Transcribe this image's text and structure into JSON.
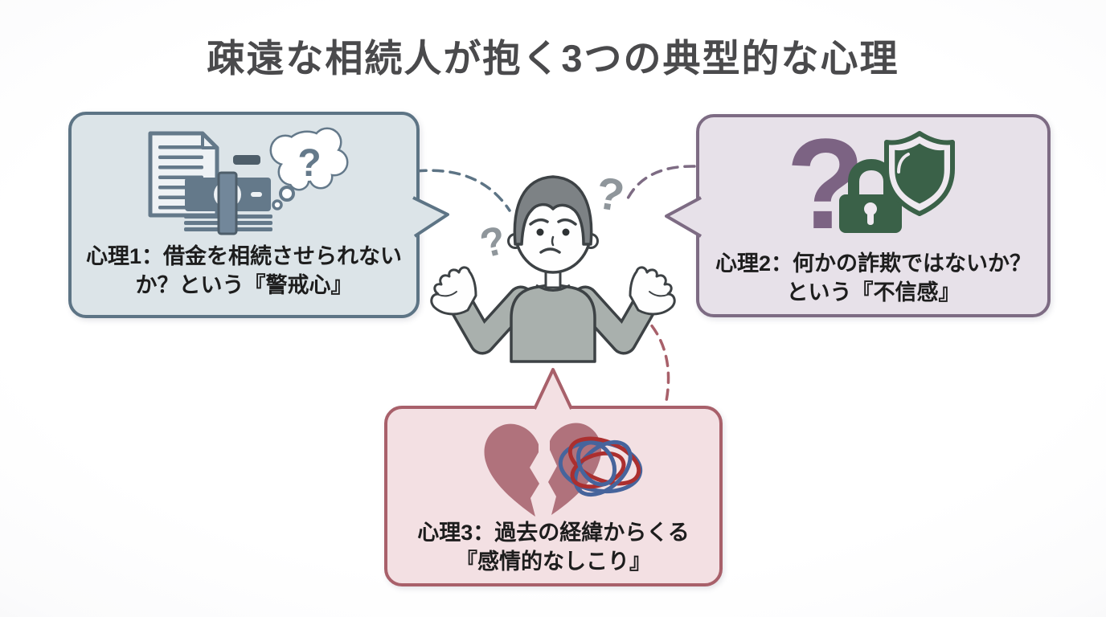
{
  "title": "疎遠な相続人が抱く3つの典型的な心理",
  "bubbles": {
    "psychology1": {
      "text_line1": "心理1：借金を相続させられない",
      "text_line2": "か？という『警戒心』",
      "icons": [
        "document-icon",
        "money-stack-icon",
        "minus-icon",
        "thought-cloud-question-icon"
      ],
      "cloud_question_glyph": "?"
    },
    "psychology2": {
      "text_line1": "心理2：何かの詐欺ではないか？",
      "text_line2": "という『不信感』",
      "icons": [
        "question-mark-icon",
        "padlock-icon",
        "shield-icon"
      ],
      "question_glyph": "?"
    },
    "psychology3": {
      "text_line1": "心理3：過去の経緯からくる",
      "text_line2": "『感情的なしこり』",
      "icons": [
        "broken-heart-icon",
        "tangled-scribble-icon"
      ]
    }
  },
  "center_figure": {
    "question_left": "?",
    "question_right": "?"
  },
  "colors": {
    "page_bg": "#ffffff",
    "title_text": "#4a4a4c",
    "bubble_text": "#1d1d1d",
    "b1_fill": "#dce4e8",
    "b1_border": "#5d7485",
    "b2_fill": "#e7e1e9",
    "b2_border": "#7d6b83",
    "b3_fill": "#f3e0e3",
    "b3_border": "#a8606a",
    "slate_icon": "#64798a",
    "slate_dark": "#4e5e6a",
    "paper": "#eef2f5",
    "purple_icon": "#7c6383",
    "green_icon": "#3a6148",
    "rose_icon": "#b0727c",
    "scribble_blue": "#46649c",
    "scribble_red": "#ab2f2f",
    "person_outline": "#3d4245",
    "person_hair": "#7d8285",
    "person_sweater": "#a9b0ad",
    "person_skin": "#fefefe",
    "gray_question": "#8f969b"
  }
}
